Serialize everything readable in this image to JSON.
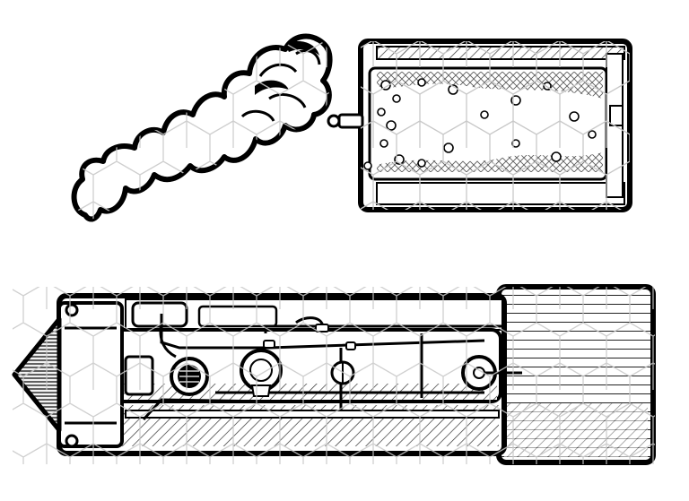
{
  "map": {
    "colors": {
      "paper": "#ffffff",
      "ink": "#000000",
      "grid": "#c8c8c8",
      "hatch": "#333333"
    },
    "grid": "hex",
    "elements": {
      "smoke": "smoke-cloud",
      "tender": "coal-tender-car",
      "locomotive": "steam-locomotive"
    }
  }
}
